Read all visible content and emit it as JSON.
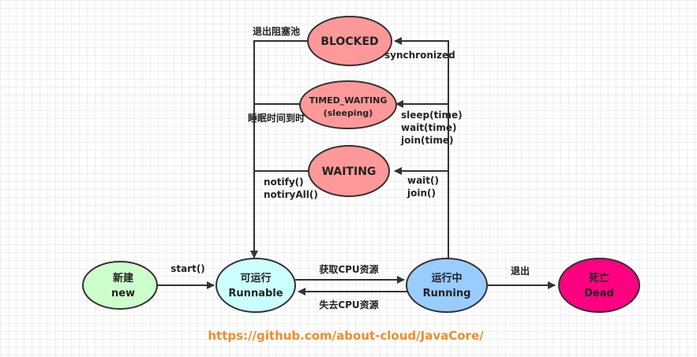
{
  "states": {
    "new": {
      "line1": "新建",
      "line2": "new",
      "fill": "#ccffcc"
    },
    "runnable": {
      "line1": "可运行",
      "line2": "Runnable",
      "fill": "#ccffff"
    },
    "running": {
      "line1": "运行中",
      "line2": "Running",
      "fill": "#99ccff"
    },
    "dead": {
      "line1": "死亡",
      "line2": "Dead",
      "fill": "#ff0080"
    },
    "blocked": {
      "line1": "BLOCKED",
      "fill": "#ff9999"
    },
    "timed_waiting": {
      "line1": "TIMED_WAITING",
      "line2": "(sleeping)",
      "fill": "#ff9999"
    },
    "waiting": {
      "line1": "WAITING",
      "fill": "#ff9999"
    }
  },
  "edges": {
    "start": "start()",
    "acquire_cpu": "获取CPU资源",
    "lose_cpu": "失去CPU资源",
    "exit": "退出",
    "synchronized": "synchronized",
    "sleep_time": "sleep(time)",
    "wait_time": "wait(time)",
    "join_time": "join(time)",
    "wait": "wait()",
    "join": "join()",
    "exit_block_pool": "退出阻塞池",
    "sleep_timeout": "睡眠时间到时",
    "notify": "notify()",
    "notify_all": "notiryAll()"
  },
  "footer": {
    "link": "https://github.com/about-cloud/JavaCore/"
  }
}
